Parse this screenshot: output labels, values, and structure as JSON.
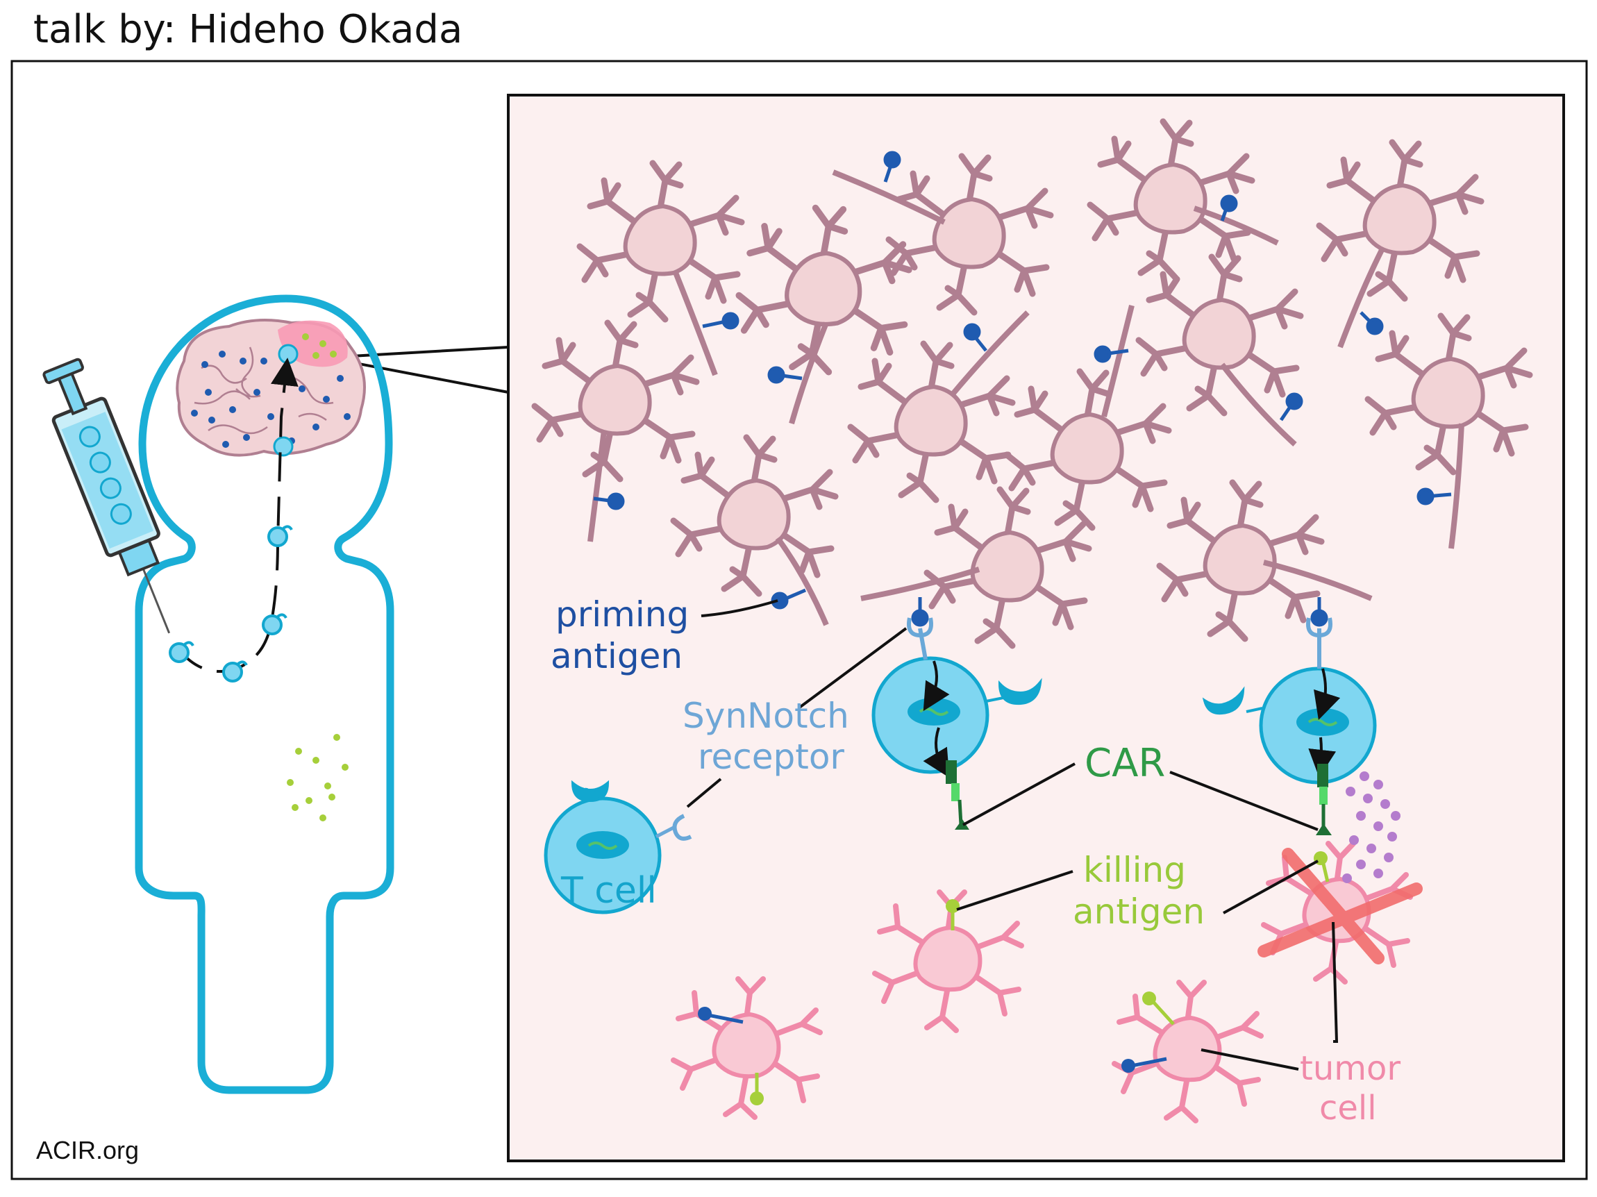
{
  "header": {
    "title": "talk by:  Hideho Okada"
  },
  "footer": {
    "source": "ACIR.org"
  },
  "labels": {
    "priming_line1": "priming",
    "priming_line2": "antigen",
    "synnotch_line1": "SynNotch",
    "synnotch_line2": "receptor",
    "tcell": "T cell",
    "car": "CAR",
    "killing_line1": "killing",
    "killing_line2": "antigen",
    "tumor_line1": "tumor",
    "tumor_line2": "cell"
  },
  "colors": {
    "body_outline": "#1aaed6",
    "tcell_fill": "#7fd6f1",
    "tcell_stroke": "#12a7cf",
    "neuron_fill": "#f2d3d6",
    "neuron_stroke": "#b07f91",
    "tumor_fill": "#f9c9d4",
    "tumor_stroke": "#f08aa9",
    "priming_antigen": "#1f5bb0",
    "killing_antigen": "#a6cf3a",
    "car_dark": "#1e6f35",
    "car_light": "#55d96a",
    "synnotch": "#6aa8d8",
    "cross": "#f26d6d",
    "purple_dots": "#b47ccd",
    "panel_bg": "#fcf0f0",
    "label_priming": "#1e4fa2",
    "label_synnotch": "#6ea6d6",
    "label_tcell": "#14a4cc",
    "label_car": "#2f9a47",
    "label_killing": "#98c93a",
    "label_tumor": "#f08aa9"
  },
  "icons": [
    "syringe-icon",
    "brain-icon",
    "neuron-icon",
    "t-cell-icon",
    "tumor-cell-icon",
    "cross-icon"
  ]
}
